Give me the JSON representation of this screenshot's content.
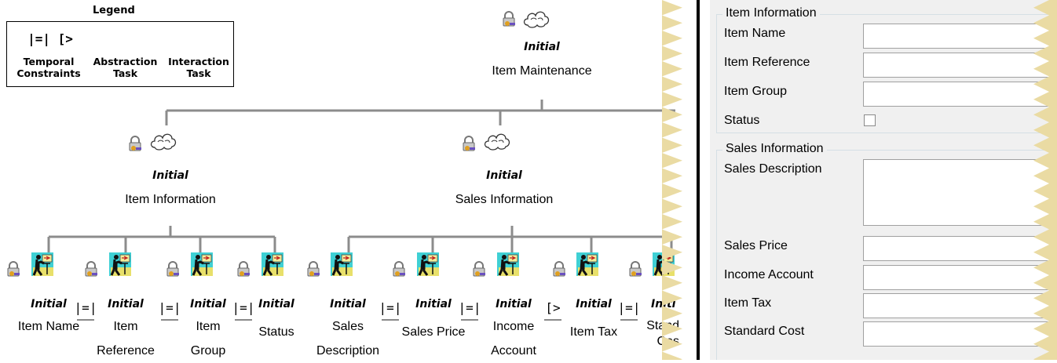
{
  "legend": {
    "title": "Legend",
    "temporal_symbol": "|=| [>",
    "temporal_label": "Temporal Constraints",
    "abstraction_label": "Abstraction Task",
    "interaction_label": "Interaction Task"
  },
  "tree": {
    "root": {
      "status": "Initial",
      "name": "Item Maintenance",
      "type": "abstraction"
    },
    "groups": [
      {
        "status": "Initial",
        "name": "Item Information",
        "type": "abstraction",
        "children": [
          {
            "status": "Initial",
            "name": "Item Name",
            "type": "interaction"
          },
          {
            "status": "Initial",
            "name": "Item Reference",
            "type": "interaction"
          },
          {
            "status": "Initial",
            "name": "Item Group",
            "type": "interaction"
          },
          {
            "status": "Initial",
            "name": "Status",
            "type": "interaction"
          }
        ],
        "operators": [
          "|=|",
          "|=|",
          "|=|"
        ]
      },
      {
        "status": "Initial",
        "name": "Sales Information",
        "type": "abstraction",
        "children": [
          {
            "status": "Initial",
            "name": "Sales Description",
            "type": "interaction"
          },
          {
            "status": "Initial",
            "name": "Sales Price",
            "type": "interaction"
          },
          {
            "status": "Initial",
            "name": "Income Account",
            "type": "interaction"
          },
          {
            "status": "Initial",
            "name": "Item Tax",
            "type": "interaction"
          },
          {
            "status": "Initial",
            "name": "Standard Cost",
            "type": "interaction",
            "visible_status": "Initi",
            "visible_name": "Stand Cos"
          }
        ],
        "operators": [
          "|=|",
          "|=|",
          "[>",
          "|=|"
        ]
      }
    ]
  },
  "form": {
    "item_information": {
      "title": "Item Information",
      "fields": [
        {
          "label": "Item Name",
          "value": ""
        },
        {
          "label": "Item Reference",
          "value": ""
        },
        {
          "label": "Item Group",
          "value": ""
        }
      ],
      "status_label": "Status",
      "status_checked": false
    },
    "sales_information": {
      "title": "Sales Information",
      "description_label": "Sales Description",
      "description_value": "",
      "fields": [
        {
          "label": "Sales Price",
          "value": ""
        },
        {
          "label": "Income Account",
          "value": ""
        },
        {
          "label": "Item Tax",
          "value": ""
        },
        {
          "label": "Standard Cost",
          "value": ""
        }
      ]
    }
  },
  "colors": {
    "connector": "#8c8c8c",
    "zigzag": "#eadba3",
    "panel_bg": "#f0f0f0",
    "interaction_icon_bg": "#3fd0d4"
  },
  "icons": {
    "lock": "padlock-icon",
    "cloud": "cloud-icon",
    "interaction": "interaction-task-icon"
  }
}
